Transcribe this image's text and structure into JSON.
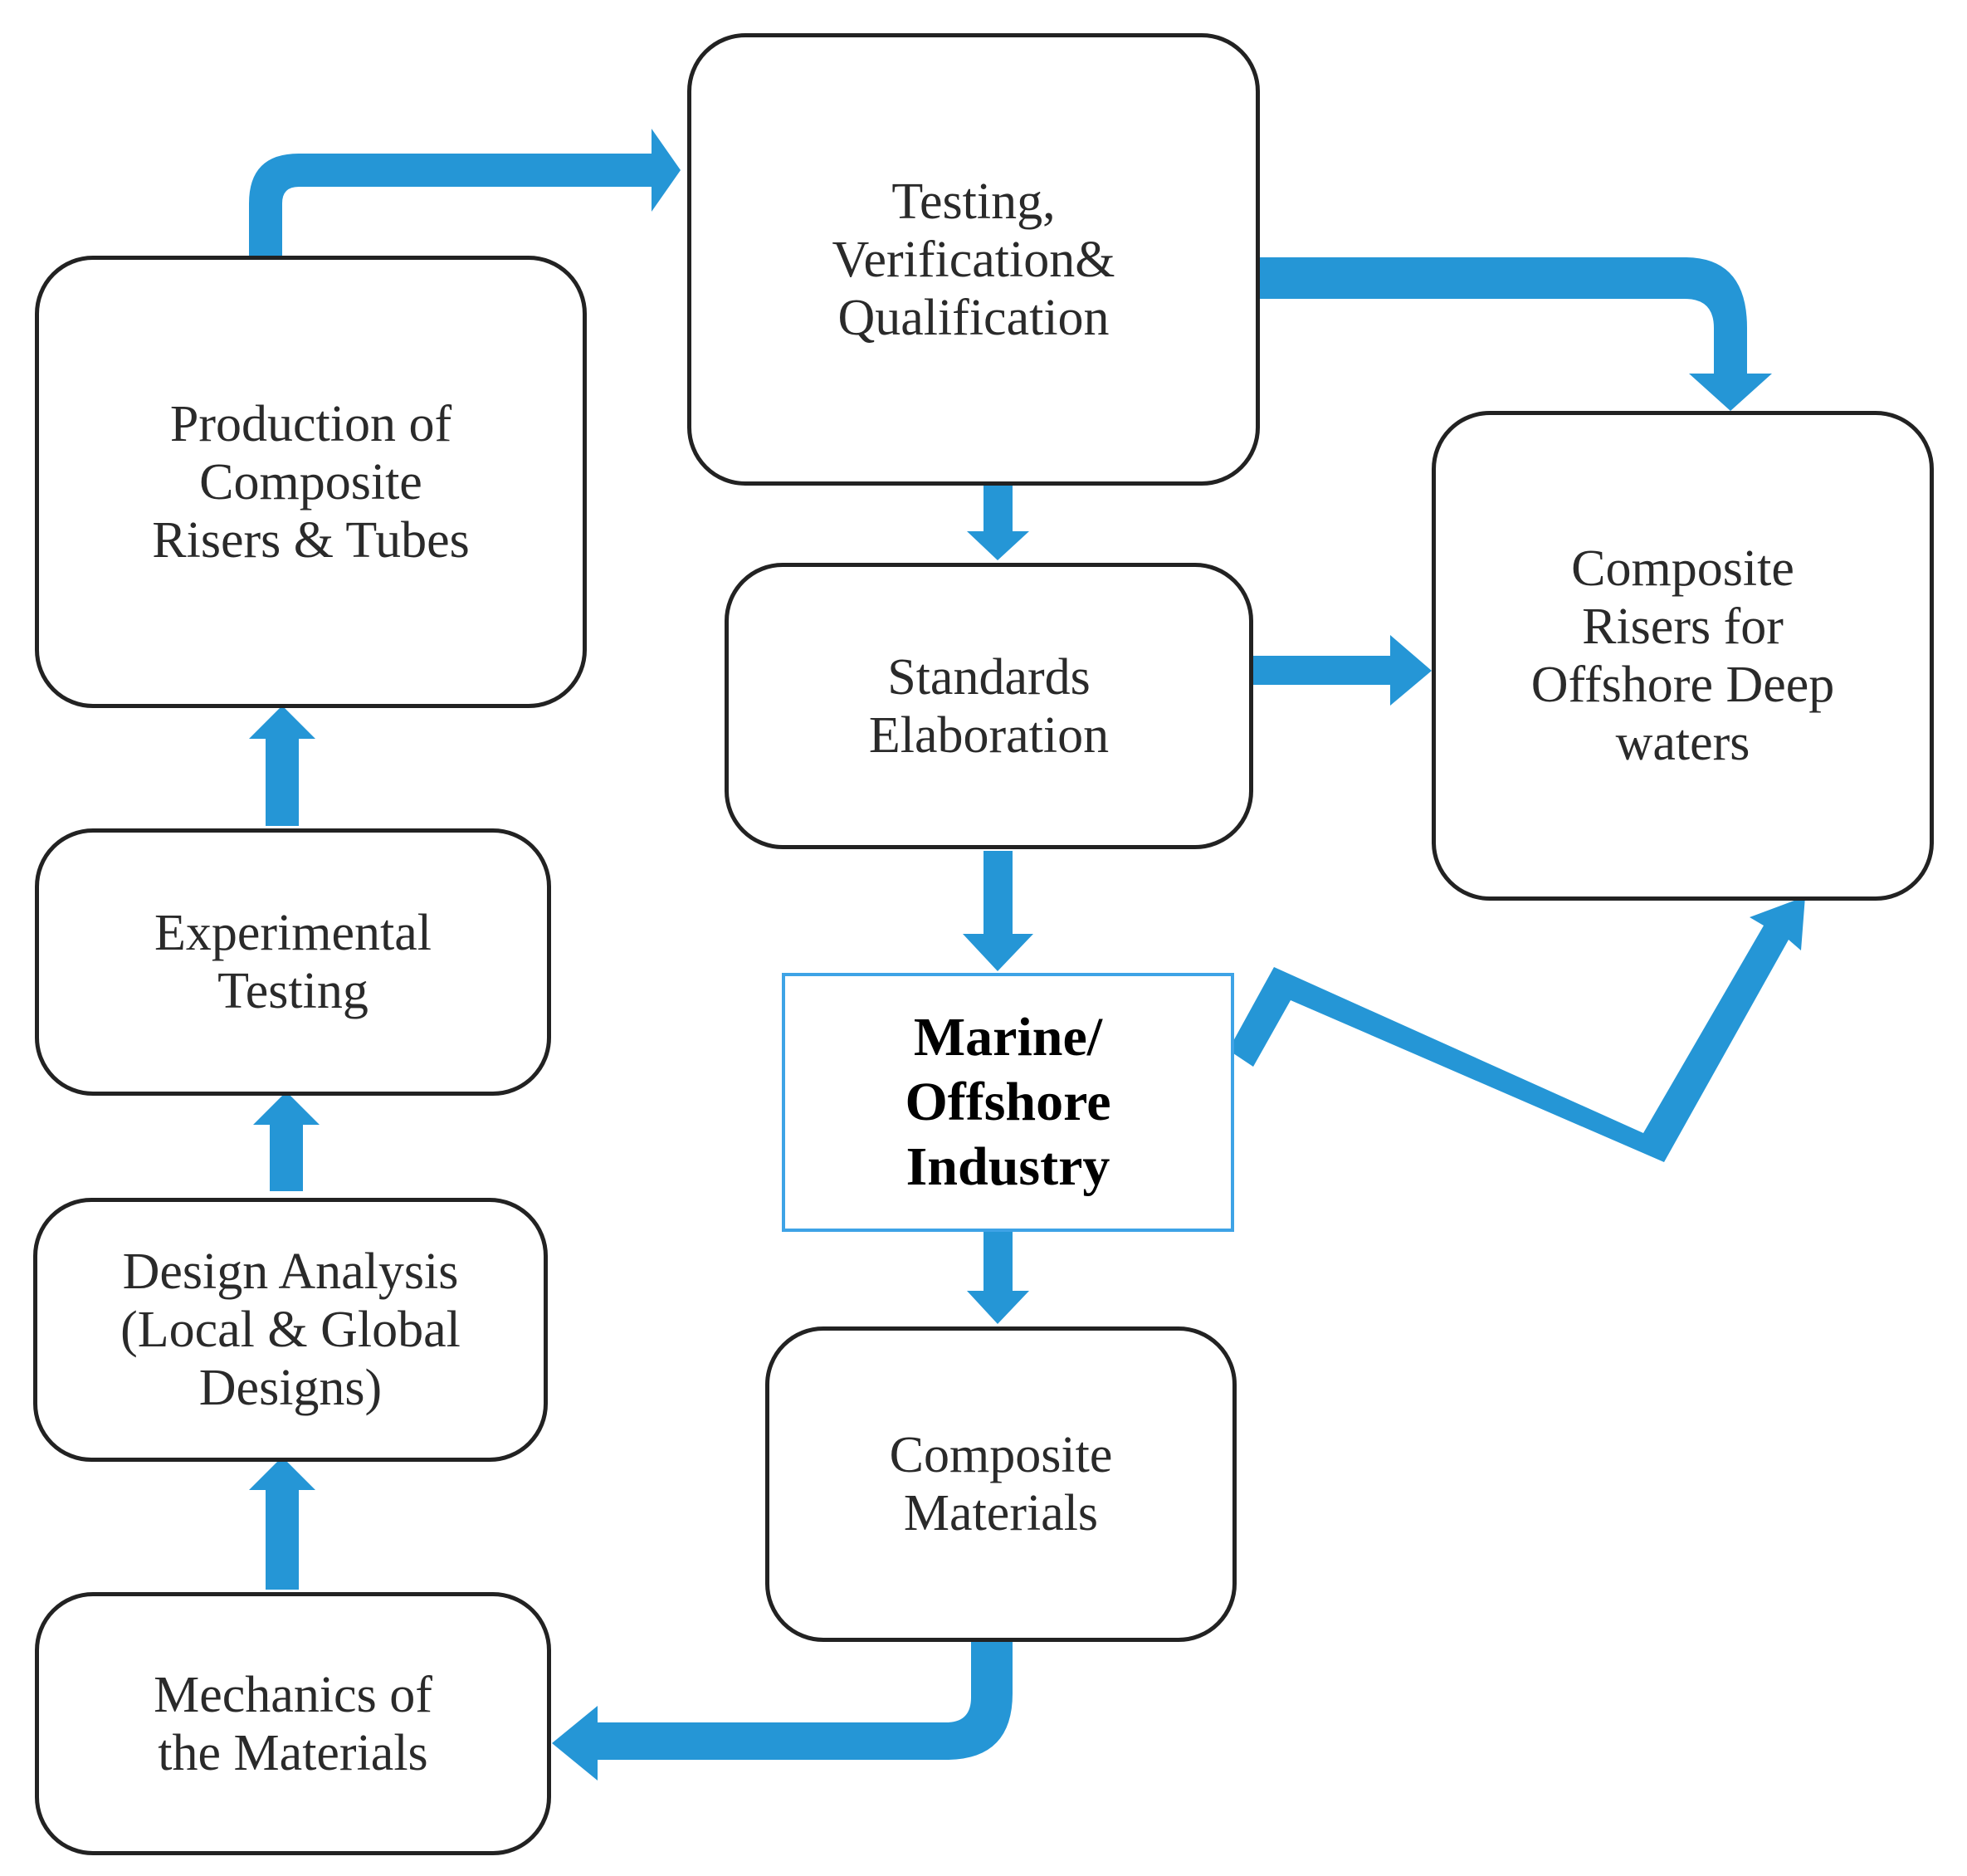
{
  "colors": {
    "arrow": "#2596d6",
    "border": "#222222",
    "highlight_border": "#3ea3e6"
  },
  "nodes": {
    "testing": {
      "label": "Testing,\nVerification&\nQualification"
    },
    "production": {
      "label": "Production of\nComposite\nRisers & Tubes"
    },
    "composite_risers": {
      "label": "Composite\nRisers for\nOffshore Deep\nwaters"
    },
    "standards": {
      "label": "Standards\nElaboration"
    },
    "experimental": {
      "label": "Experimental\nTesting"
    },
    "marine": {
      "label": "Marine/\nOffshore\nIndustry"
    },
    "design": {
      "label": "Design Analysis\n(Local & Global\nDesigns)"
    },
    "composite_materials": {
      "label": "Composite\nMaterials"
    },
    "mechanics": {
      "label": "Mechanics of\nthe Materials"
    }
  }
}
